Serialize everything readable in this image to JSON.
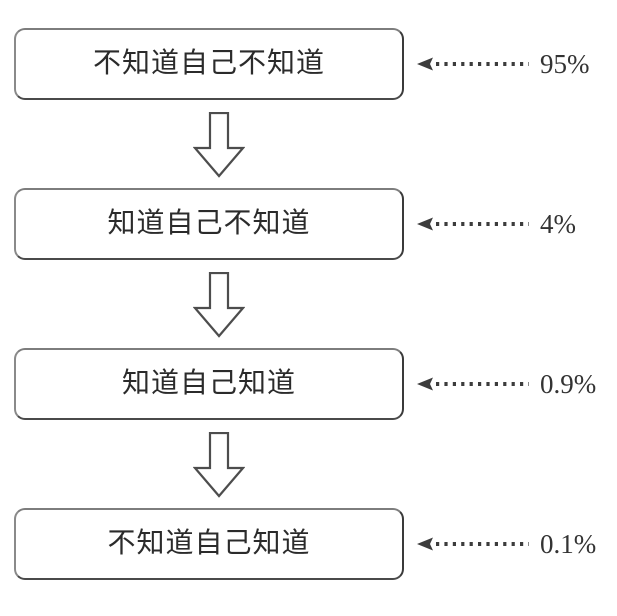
{
  "diagram": {
    "type": "funnel-flowchart",
    "title": "",
    "background_color": "#ffffff",
    "box_border_color": "#6f6f6f",
    "text_color": "#2b2b2b",
    "stages": [
      {
        "label": "不知道自己不知道",
        "percent": "95%",
        "connector": "dotted-left-arrow"
      },
      {
        "label": "知道自己不知道",
        "percent": "4%",
        "connector": "dotted-left-arrow"
      },
      {
        "label": "知道自己知道",
        "percent": "0.9%",
        "connector": "dotted-left-arrow"
      },
      {
        "label": "不知道自己知道",
        "percent": "0.1%",
        "connector": "dotted-left-arrow"
      }
    ],
    "flow_arrows": [
      {
        "direction": "down"
      },
      {
        "direction": "down"
      },
      {
        "direction": "down"
      }
    ]
  }
}
